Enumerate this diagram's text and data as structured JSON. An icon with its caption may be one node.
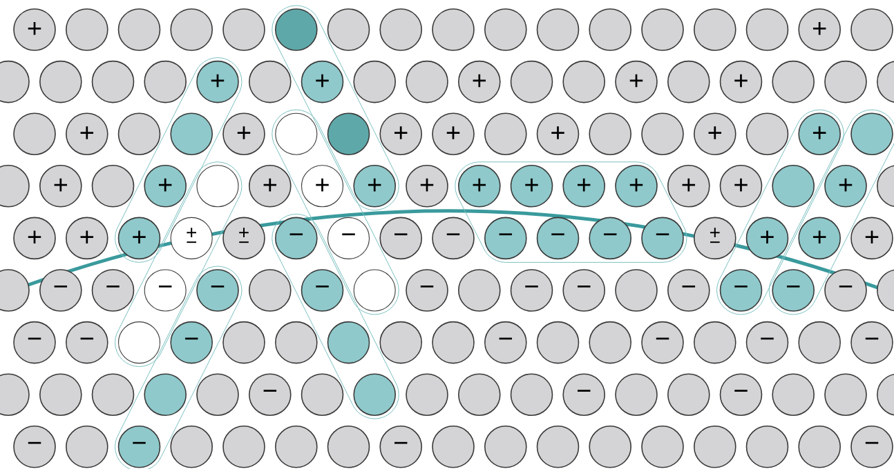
{
  "diagram": {
    "nodes": [
      {
        "text": [],
        "shape": "band"
      },
      {
        "text": [],
        "shape": "band"
      },
      {
        "text": [],
        "shape": "band"
      },
      {
        "text": [],
        "shape": "band"
      },
      {
        "text": [],
        "shape": "band"
      },
      {
        "text": [],
        "shape": "band"
      },
      {
        "text": [],
        "shape": "band"
      },
      {
        "text": [],
        "shape": "band"
      },
      {
        "text": [],
        "shape": "band"
      },
      {
        "text": [
          "+"
        ]
      },
      {
        "text": [],
        "shape": "circle"
      },
      {
        "text": [],
        "shape": "circle"
      },
      {
        "text": [],
        "shape": "circle"
      },
      {
        "text": [],
        "shape": "circle"
      },
      {
        "text": [],
        "shape": "circle",
        "in": 0
      },
      {
        "text": [],
        "shape": "circle"
      },
      {
        "text": [],
        "shape": "circle"
      },
      {
        "text": [],
        "shape": "circle"
      },
      {
        "text": [],
        "shape": "circle"
      },
      {
        "text": [],
        "shape": "circle"
      },
      {
        "text": [],
        "shape": "circle"
      },
      {
        "text": [],
        "shape": "circle"
      },
      {
        "text": [],
        "shape": "circle"
      },
      {
        "text": [],
        "shape": "circle"
      },
      {
        "text": [
          "+"
        ]
      },
      {
        "text": [],
        "shape": "circle"
      },
      {
        "text": [],
        "shape": "circle"
      },
      {
        "text": [],
        "shape": "circle"
      },
      {
        "text": [],
        "shape": "circle"
      },
      {
        "text": [],
        "shape": "circle"
      },
      {
        "text": [
          "+"
        ],
        "in": 1
      },
      {
        "text": [],
        "shape": "circle"
      },
      {
        "text": [
          "+"
        ],
        "in": 0
      },
      {
        "text": [],
        "shape": "circle"
      },
      {
        "text": [],
        "shape": "circle"
      },
      {
        "text": [
          "+"
        ]
      },
      {
        "text": [],
        "shape": "circle"
      },
      {
        "text": [],
        "shape": "circle"
      },
      {
        "text": [
          "+"
        ]
      },
      {
        "text": [],
        "shape": "circle"
      },
      {
        "text": [
          "+"
        ]
      },
      {
        "text": [],
        "shape": "circle"
      },
      {
        "text": [],
        "shape": "circle"
      },
      {
        "text": [],
        "shape": "circle"
      },
      {
        "text": [],
        "shape": "circle"
      },
      {
        "text": [
          "+"
        ]
      },
      {
        "text": [],
        "shape": "circle"
      },
      {
        "text": [],
        "shape": "circle",
        "in": 1
      },
      {
        "text": [
          "+"
        ]
      },
      {
        "text": [],
        "shape": "circle",
        "in": 2
      },
      {
        "text": [],
        "shape": "circle",
        "in": 0
      },
      {
        "text": [
          "+"
        ]
      },
      {
        "text": [
          "+"
        ]
      },
      {
        "text": [],
        "shape": "circle"
      },
      {
        "text": [
          "+"
        ]
      },
      {
        "text": [],
        "shape": "circle"
      },
      {
        "text": [],
        "shape": "circle"
      },
      {
        "text": [
          "+"
        ]
      },
      {
        "text": [],
        "shape": "circle"
      },
      {
        "text": [
          "+"
        ],
        "in": 3
      },
      {
        "text": [],
        "shape": "circle",
        "in": 4
      },
      {
        "text": [],
        "shape": "circle"
      },
      {
        "text": [
          "+"
        ]
      },
      {
        "text": [],
        "shape": "circle"
      },
      {
        "text": [
          "+"
        ],
        "in": 1
      },
      {
        "text": [],
        "shape": "circle",
        "in": 5
      },
      {
        "text": [
          "+"
        ]
      },
      {
        "text": [
          "+"
        ],
        "in": 2
      },
      {
        "text": [
          "+"
        ],
        "in": 0
      },
      {
        "text": [
          "+"
        ]
      },
      {
        "text": [
          "+"
        ],
        "in": 6
      },
      {
        "text": [
          "+"
        ],
        "in": 6
      },
      {
        "text": [
          "+"
        ],
        "in": 6
      },
      {
        "text": [
          "+"
        ],
        "in": 6
      },
      {
        "text": [
          "+"
        ]
      },
      {
        "text": [
          "+"
        ]
      },
      {
        "text": [],
        "shape": "circle",
        "in": 3
      },
      {
        "text": [
          "+"
        ],
        "in": 4
      },
      {
        "text": [],
        "shape": "circle"
      },
      {
        "text": [
          "+"
        ]
      },
      {
        "text": [
          "+"
        ]
      },
      {
        "text": [
          "+"
        ],
        "in": 1
      },
      {
        "text": [
          "+",
          "−"
        ],
        "in": 5
      },
      {
        "text": [
          "+",
          "−"
        ]
      },
      {
        "text": [
          "−"
        ],
        "in": 7
      },
      {
        "text": [
          "−"
        ],
        "in": 2
      },
      {
        "text": [
          "−"
        ]
      },
      {
        "text": [
          "−"
        ]
      },
      {
        "text": [
          "−"
        ],
        "in": 6
      },
      {
        "text": [
          "−"
        ],
        "in": 6
      },
      {
        "text": [
          "−"
        ],
        "in": 6
      },
      {
        "text": [
          "−"
        ],
        "in": 6
      },
      {
        "text": [
          "+",
          "−"
        ]
      },
      {
        "text": [
          "+"
        ],
        "in": 3
      },
      {
        "text": [
          "+"
        ],
        "in": 4
      },
      {
        "text": [
          "+"
        ]
      },
      {
        "text": [],
        "shape": "circle"
      },
      {
        "text": [
          "−"
        ]
      },
      {
        "text": [
          "−"
        ]
      },
      {
        "text": [
          "−"
        ],
        "in": 5
      },
      {
        "text": [
          "−"
        ],
        "in": 8
      },
      {
        "text": [],
        "shape": "circle"
      },
      {
        "text": [
          "−"
        ],
        "in": 7
      },
      {
        "text": [],
        "shape": "circle",
        "in": 2
      },
      {
        "text": [
          "−"
        ]
      },
      {
        "text": [],
        "shape": "circle"
      },
      {
        "text": [
          "−"
        ]
      },
      {
        "text": [
          "−"
        ]
      },
      {
        "text": [],
        "shape": "circle"
      },
      {
        "text": [
          "−"
        ]
      },
      {
        "text": [
          "−"
        ],
        "in": 3
      },
      {
        "text": [
          "−"
        ],
        "in": 4
      },
      {
        "text": [
          "−"
        ]
      },
      {
        "text": [],
        "shape": "circle"
      },
      {
        "text": [
          "−"
        ]
      },
      {
        "text": [
          "−"
        ]
      },
      {
        "text": [],
        "shape": "circle",
        "in": 5
      },
      {
        "text": [
          "−"
        ],
        "in": 8
      },
      {
        "text": [],
        "shape": "circle"
      },
      {
        "text": [],
        "shape": "circle"
      },
      {
        "text": [],
        "shape": "circle",
        "in": 7
      },
      {
        "text": [],
        "shape": "circle"
      },
      {
        "text": [],
        "shape": "circle"
      },
      {
        "text": [
          "−"
        ]
      },
      {
        "text": [],
        "shape": "circle"
      },
      {
        "text": [],
        "shape": "circle"
      },
      {
        "text": [
          "−"
        ]
      },
      {
        "text": [],
        "shape": "circle"
      },
      {
        "text": [
          "−"
        ]
      },
      {
        "text": [],
        "shape": "circle"
      },
      {
        "text": [
          "−"
        ]
      },
      {
        "text": [],
        "shape": "circle"
      },
      {
        "text": [],
        "shape": "circle"
      },
      {
        "text": [],
        "shape": "circle"
      },
      {
        "text": [],
        "shape": "circle",
        "in": 8
      },
      {
        "text": [],
        "shape": "circle"
      },
      {
        "text": [
          "−"
        ]
      },
      {
        "text": [],
        "shape": "circle"
      },
      {
        "text": [],
        "shape": "circle",
        "in": 7
      },
      {
        "text": [],
        "shape": "circle"
      },
      {
        "text": [],
        "shape": "circle"
      },
      {
        "text": [],
        "shape": "circle"
      },
      {
        "text": [
          "−"
        ]
      },
      {
        "text": [],
        "shape": "circle"
      },
      {
        "text": [],
        "shape": "circle"
      },
      {
        "text": [
          "−"
        ]
      },
      {
        "text": [],
        "shape": "circle"
      },
      {
        "text": [],
        "shape": "circle"
      },
      {
        "text": [],
        "shape": "circle"
      },
      {
        "text": [
          "−"
        ]
      },
      {
        "text": [],
        "shape": "circle"
      },
      {
        "text": [
          "−"
        ],
        "in": 8
      },
      {
        "text": [],
        "shape": "circle"
      },
      {
        "text": [],
        "shape": "circle"
      },
      {
        "text": [],
        "shape": "circle"
      },
      {
        "text": [],
        "shape": "circle"
      },
      {
        "text": [
          "−"
        ]
      },
      {
        "text": [],
        "shape": "circle"
      },
      {
        "text": [],
        "shape": "circle"
      },
      {
        "text": [],
        "shape": "circle"
      },
      {
        "text": [],
        "shape": "circle"
      },
      {
        "text": [],
        "shape": "circle"
      },
      {
        "text": [],
        "shape": "circle"
      },
      {
        "text": [],
        "shape": "circle"
      },
      {
        "text": [],
        "shape": "circle"
      },
      {
        "text": [
          "−"
        ]
      }
    ]
  }
}
